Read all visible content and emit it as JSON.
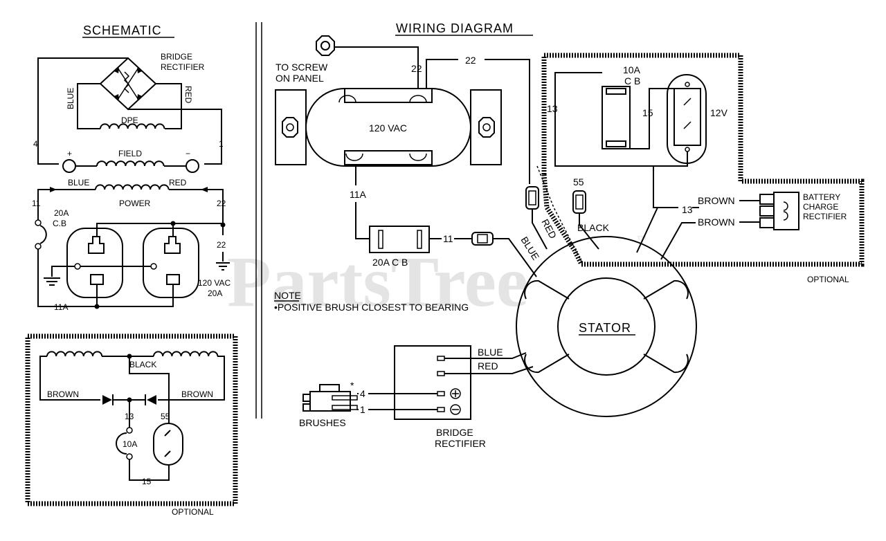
{
  "headings": {
    "schematic": "SCHEMATIC",
    "wiring_diagram": "WIRING DIAGRAM"
  },
  "watermark": "PartsTree",
  "watermark_tm": "™",
  "schematic": {
    "bridge_rectifier_line1": "BRIDGE",
    "bridge_rectifier_line2": "RECTIFIER",
    "blue": "BLUE",
    "red": "RED",
    "dpe": "DPE",
    "field": "FIELD",
    "plus": "+",
    "minus": "−",
    "wire_4": "4",
    "wire_1": "1",
    "power_blue": "BLUE",
    "power_red": "RED",
    "power": "POWER",
    "wire_11": "11",
    "wire_22_top": "22",
    "wire_22_bottom": "22",
    "cb_20a_line1": "20A",
    "cb_20a_line2": "C.B",
    "outlet_volts": "120 VAC",
    "outlet_amps": "20A",
    "wire_11a": "11A"
  },
  "optional_schematic": {
    "black": "BLACK",
    "brown_left": "BROWN",
    "brown_right": "BROWN",
    "wire_13": "13",
    "wire_55": "55",
    "cb_10a": "10A",
    "wire_15": "15",
    "optional_label": "OPTIONAL"
  },
  "wiring": {
    "to_screw_line1": "TO SCREW",
    "to_screw_line2": "ON PANEL",
    "wire_22_a": "22",
    "wire_22_b": "22",
    "outlet_120vac": "120 VAC",
    "wire_11a": "11A",
    "cb_20a": "20A C B",
    "wire_11": "11",
    "blue_lead": "BLUE",
    "red_lead": "RED",
    "black_lead": "BLACK",
    "wire_55": "55",
    "cb_10a_line1": "10A",
    "cb_10a_line2": "C B",
    "wire_13_a": "13",
    "wire_13_b": "13",
    "wire_15": "15",
    "outlet_12v": "12V",
    "brown_top": "BROWN",
    "brown_bottom": "BROWN",
    "battery_line1": "BATTERY",
    "battery_line2": "CHARGE",
    "battery_line3": "RECTIFIER",
    "optional_label": "OPTIONAL",
    "note_heading": "NOTE",
    "note_text": "•POSITIVE BRUSH CLOSEST TO BEARING",
    "stator": "STATOR",
    "br_blue": "BLUE",
    "br_red": "RED",
    "wire_4": "4",
    "wire_1": "1",
    "asterisk": "*",
    "brushes": "BRUSHES",
    "bridge_line1": "BRIDGE",
    "bridge_line2": "RECTIFIER"
  }
}
